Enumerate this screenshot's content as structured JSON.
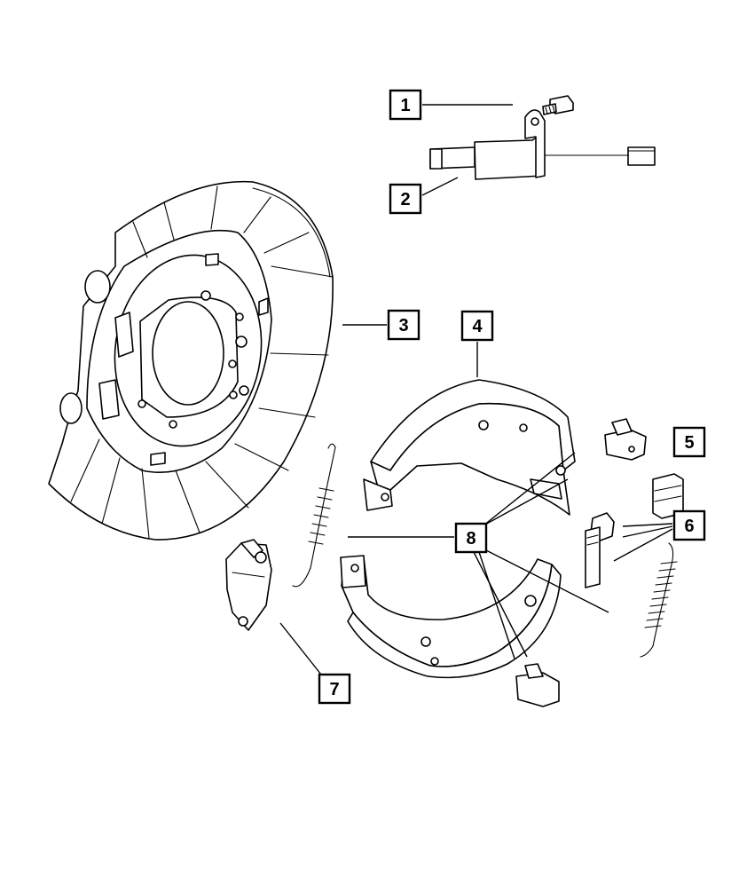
{
  "callouts": [
    {
      "id": "1",
      "label": "1"
    },
    {
      "id": "2",
      "label": "2"
    },
    {
      "id": "3",
      "label": "3"
    },
    {
      "id": "4",
      "label": "4"
    },
    {
      "id": "5",
      "label": "5"
    },
    {
      "id": "6",
      "label": "6"
    },
    {
      "id": "7",
      "label": "7"
    },
    {
      "id": "8",
      "label": "8"
    }
  ],
  "parts": [
    {
      "callout": "1",
      "icon": "bolt-icon"
    },
    {
      "callout": "2",
      "icon": "parking-brake-lever-icon"
    },
    {
      "callout": "3",
      "icon": "brake-backing-plate-icon"
    },
    {
      "callout": "4",
      "icon": "brake-shoe-icon"
    },
    {
      "callout": "5",
      "icon": "shoe-retainer-clip-icon"
    },
    {
      "callout": "6",
      "icon": "adjuster-kit-icon"
    },
    {
      "callout": "7",
      "icon": "shoe-anchor-bracket-icon"
    },
    {
      "callout": "8",
      "icon": "brake-shoe-lining-icon"
    }
  ],
  "colors": {
    "line": "#000000",
    "background": "#ffffff"
  }
}
